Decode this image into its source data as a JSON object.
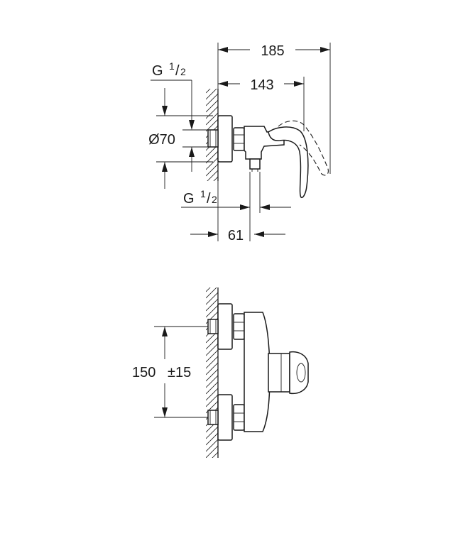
{
  "dimensions": {
    "overall_depth": "185",
    "lever_depth": "143",
    "inlet_thread": {
      "main": "G",
      "numerator": "1",
      "denominator": "2"
    },
    "flange_diameter": "Ø70",
    "outlet_thread": {
      "main": "G",
      "numerator": "1",
      "denominator": "2"
    },
    "outlet_offset": "61",
    "inlet_spacing": "150",
    "inlet_spacing_tolerance": "±15"
  }
}
